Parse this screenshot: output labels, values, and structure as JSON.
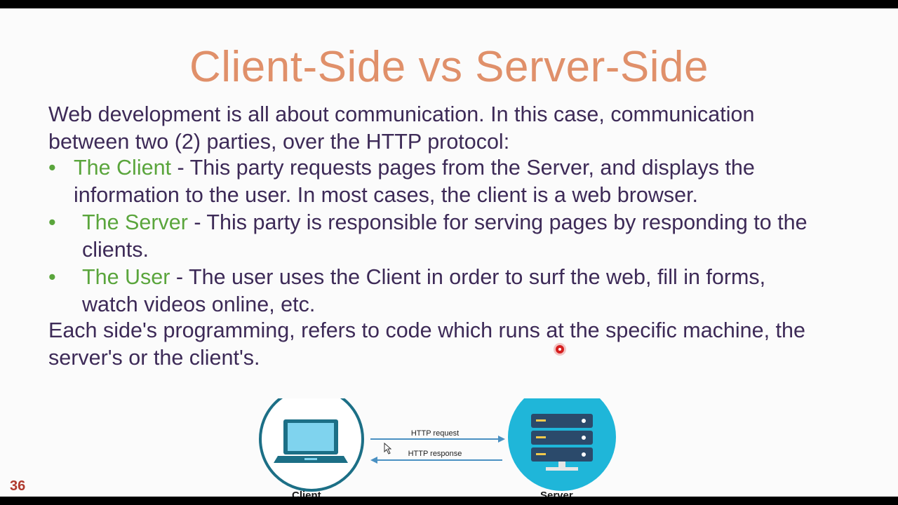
{
  "slide": {
    "title": "Client-Side vs Server-Side",
    "intro_line1": "Web development is all about communication. In this case, communication",
    "intro_line2": "between two (2) parties, over the HTTP protocol:",
    "bullets": [
      {
        "term": "The Client",
        "line1": " - This party requests pages from the Server, and displays the",
        "line2": "information to the user. In most cases, the client is a web browser."
      },
      {
        "term": "The Server",
        "line1": " - This party is responsible for serving pages by responding to the",
        "line2": "clients."
      },
      {
        "term": "The User",
        "line1": " - The user uses the Client in order to surf the web, fill in forms,",
        "line2": "watch videos online, etc."
      }
    ],
    "outro_line1": "Each side's programming, refers to code which runs at the specific machine, the",
    "outro_line2": "server's or the client's.",
    "bullet_glyph": "•",
    "page_number": "36"
  },
  "diagram": {
    "request_label": "HTTP request",
    "response_label": "HTTP response",
    "client_label": "Client",
    "server_label": "Server",
    "client_icon": "laptop-icon",
    "server_icon": "server-rack-icon"
  },
  "colors": {
    "title": "#e0906a",
    "body": "#3d2a57",
    "accent_green": "#5aa53c",
    "page_number": "#b03a2e",
    "server_cyan": "#1fb6d9"
  }
}
